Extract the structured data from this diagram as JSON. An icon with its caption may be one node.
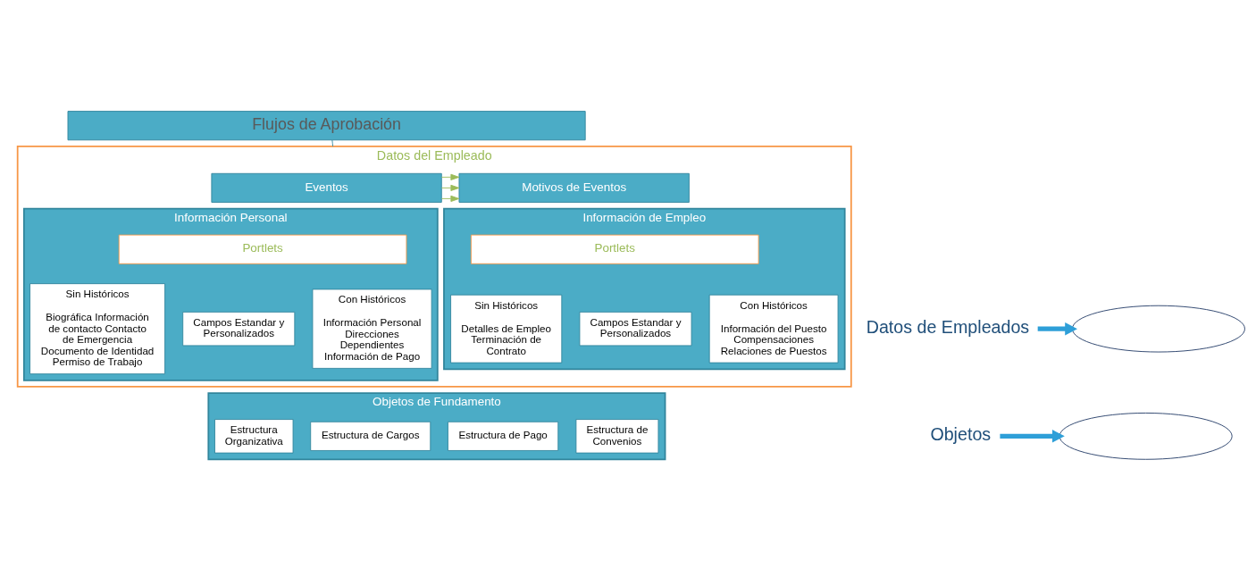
{
  "diagram": {
    "nodes": [
      {
        "text": [
          "Flujos de Aprobación"
        ]
      },
      {
        "text": [
          "Datos del Empleado"
        ]
      },
      {
        "text": [
          "Eventos"
        ],
        "in": 1
      },
      {
        "text": [
          "Motivos de Eventos"
        ],
        "in": 1
      },
      {
        "text": [
          "Información Personal"
        ],
        "in": 1
      },
      {
        "text": [
          "Portlets"
        ],
        "in": 4
      },
      {
        "text": [
          "Sin Históricos",
          "Biográfica Información de contacto Contacto de Emergencia Documento de Identidad Permiso de Trabajo"
        ],
        "in": 4
      },
      {
        "text": [
          "Campos Estandar y Personalizados"
        ],
        "in": 4
      },
      {
        "text": [
          "Con Históricos",
          "Información Personal Direcciones Dependientes Información de Pago"
        ],
        "in": 4
      },
      {
        "text": [
          "Información de Empleo"
        ],
        "in": 1
      },
      {
        "text": [
          "Portlets"
        ],
        "in": 9
      },
      {
        "text": [
          "Sin Históricos",
          "Detalles de Empleo Terminación de Contrato"
        ],
        "in": 9
      },
      {
        "text": [
          "Campos Estandar y Personalizados"
        ],
        "in": 9
      },
      {
        "text": [
          "Con Históricos",
          "Información del Puesto Compensaciones Relaciones de Puestos"
        ],
        "in": 9
      },
      {
        "text": [
          "Objetos de Fundamento"
        ]
      },
      {
        "text": [
          "Estructura Organizativa"
        ],
        "in": 14
      },
      {
        "text": [
          "Estructura de Cargos"
        ],
        "in": 14
      },
      {
        "text": [
          "Estructura de Pago"
        ],
        "in": 14
      },
      {
        "text": [
          "Estructura de Convenios"
        ],
        "in": 14
      },
      {
        "text": [
          "Datos de Empleados"
        ]
      },
      {
        "text": [],
        "shape": "ellipse"
      },
      {
        "text": [
          "Objetos"
        ]
      },
      {
        "text": [],
        "shape": "ellipse"
      }
    ],
    "edges": [
      {
        "from": 0,
        "to": 1,
        "arrow": "none",
        "color": "#31859c"
      },
      {
        "from": 2,
        "to": 3,
        "arrow": "to",
        "color": "#9bbb59"
      },
      {
        "from": 2,
        "to": 3,
        "arrow": "to",
        "color": "#9bbb59"
      },
      {
        "from": 2,
        "to": 3,
        "arrow": "to",
        "color": "#9bbb59"
      },
      {
        "from": 19,
        "to": 20,
        "arrow": "to",
        "style": "thick",
        "color": "#2e9fd8"
      },
      {
        "from": 21,
        "to": 22,
        "arrow": "to",
        "style": "thick",
        "color": "#2e9fd8"
      }
    ]
  }
}
